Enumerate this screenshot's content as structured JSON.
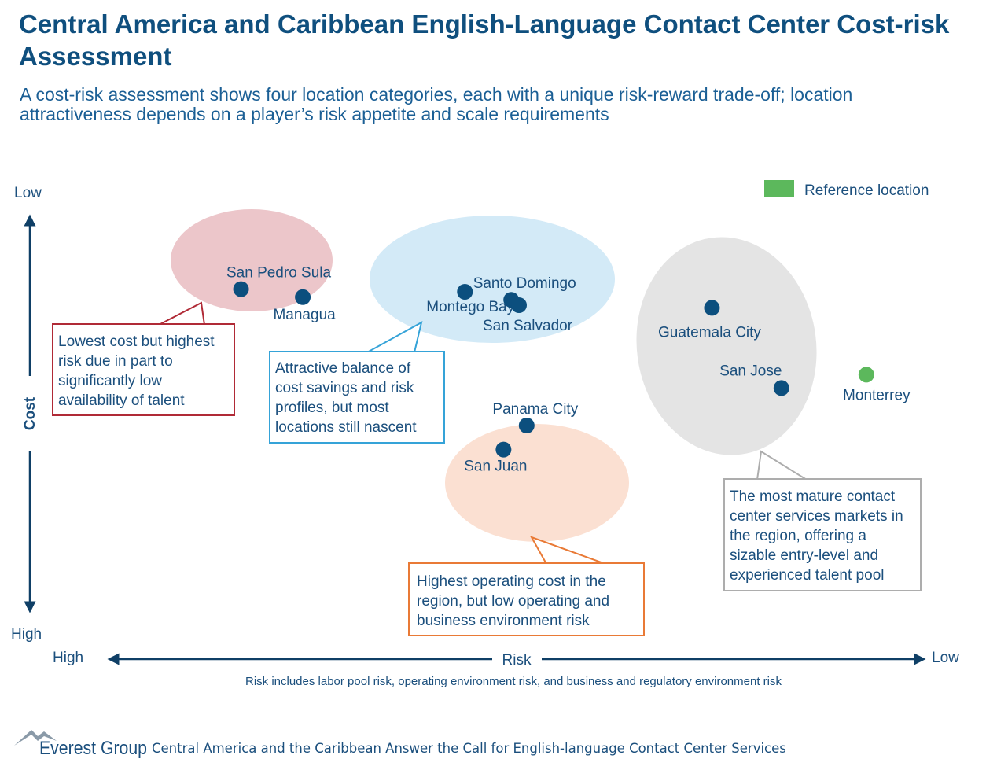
{
  "header": {
    "title": "Central America and Caribbean English-Language Contact Center Cost-risk Assessment",
    "subtitle": "A cost-risk assessment shows four location categories, each with a unique risk-reward trade-off; location attractiveness depends on a player’s risk appetite and scale requirements"
  },
  "chart_data": {
    "type": "scatter",
    "title": "",
    "ylabel": "Cost",
    "xlabel": "Risk",
    "y_axis": {
      "top_label": "Low",
      "bottom_label": "High"
    },
    "x_axis": {
      "left_label": "High",
      "right_label": "Low"
    },
    "axis_note": "Risk includes labor pool risk, operating environment risk, and business and regulatory environment risk",
    "legend": {
      "label": "Reference location",
      "color": "#5cb85c",
      "placement": "top-right"
    },
    "colors": {
      "dot": "#0c4f7e",
      "reference": "#5cb85c",
      "text": "#1b4f7d"
    },
    "groups": [
      {
        "name": "low-cost-high-risk",
        "fill": "#ecc6ca",
        "border": "#b02a36",
        "callout": "Lowest cost but highest risk due in part to significantly low availability of talent"
      },
      {
        "name": "balanced",
        "fill": "#d3eaf7",
        "border": "#35a3d8",
        "callout": "Attractive balance of cost savings and risk profiles, but most locations still nascent"
      },
      {
        "name": "high-cost-low-risk",
        "fill": "#fbe0d2",
        "border": "#e97a36",
        "callout": "Highest operating cost in the region, but low operating and business environment risk"
      },
      {
        "name": "mature",
        "fill": "#e4e4e4",
        "border": "#adadad",
        "callout": "The most mature contact center services markets in the region, offering a sizable entry-level and experienced talent pool"
      }
    ],
    "points": [
      {
        "name": "San Pedro Sula",
        "risk": 1.9,
        "cost": 8.6,
        "group": "low-cost-high-risk",
        "reference": false
      },
      {
        "name": "Managua",
        "risk": 2.7,
        "cost": 8.3,
        "group": "low-cost-high-risk",
        "reference": false
      },
      {
        "name": "Montego Bay",
        "risk": 4.8,
        "cost": 8.5,
        "group": "balanced",
        "reference": false
      },
      {
        "name": "Santo Domingo",
        "risk": 5.4,
        "cost": 8.2,
        "group": "balanced",
        "reference": false
      },
      {
        "name": "San Salvador",
        "risk": 5.5,
        "cost": 8.0,
        "group": "balanced",
        "reference": false
      },
      {
        "name": "Guatemala City",
        "risk": 8.0,
        "cost": 7.9,
        "group": "mature",
        "reference": false
      },
      {
        "name": "San Jose",
        "risk": 8.9,
        "cost": 4.9,
        "group": "mature",
        "reference": false
      },
      {
        "name": "Panama City",
        "risk": 5.6,
        "cost": 3.5,
        "group": "high-cost-low-risk",
        "reference": false
      },
      {
        "name": "San Juan",
        "risk": 5.3,
        "cost": 2.6,
        "group": "high-cost-low-risk",
        "reference": false
      },
      {
        "name": "Monterrey",
        "risk": 10.0,
        "cost": 5.4,
        "group": "",
        "reference": true
      }
    ],
    "risk_range": [
      0,
      11
    ],
    "cost_range": [
      0,
      10
    ]
  },
  "footer": {
    "logo_text": "Everest Group",
    "caption": "Central America and the Caribbean Answer the Call for English-language Contact Center Services"
  }
}
